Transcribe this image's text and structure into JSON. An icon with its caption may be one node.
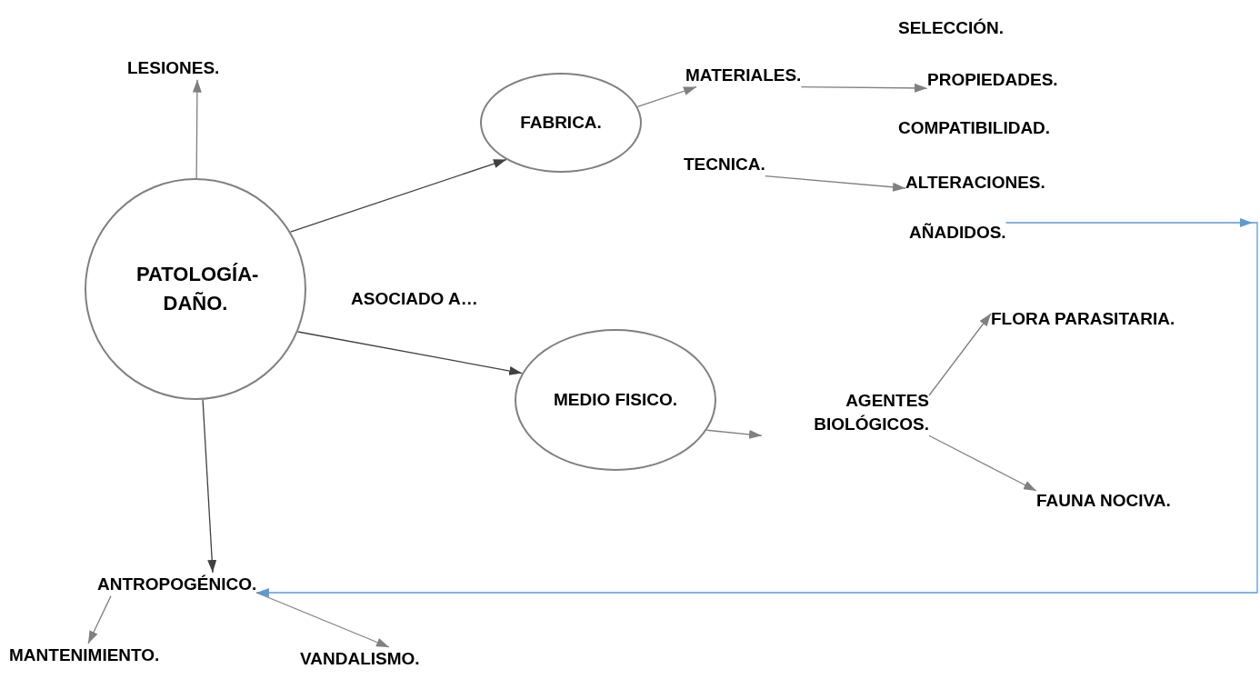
{
  "diagram": {
    "nodes": [
      {
        "text": [
          "PATOLOGÍA- DAÑO."
        ]
      },
      {
        "text": [
          "LESIONES."
        ]
      },
      {
        "text": [
          "FABRICA."
        ]
      },
      {
        "text": [
          "MEDIO FISICO."
        ]
      },
      {
        "text": [
          "ANTROPOGÉNICO."
        ]
      },
      {
        "text": [
          "MATERIALES."
        ]
      },
      {
        "text": [
          "TECNICA."
        ]
      },
      {
        "text": [
          "SELECCIÓN."
        ]
      },
      {
        "text": [
          "PROPIEDADES."
        ]
      },
      {
        "text": [
          "COMPATIBILIDAD."
        ]
      },
      {
        "text": [
          "ALTERACIONES."
        ]
      },
      {
        "text": [
          "AÑADIDOS."
        ]
      },
      {
        "text": [
          "AGENTES BIOLÓGICOS."
        ]
      },
      {
        "text": [
          "FLORA PARASITARIA."
        ]
      },
      {
        "text": [
          "FAUNA NOCIVA."
        ]
      },
      {
        "text": [
          "MANTENIMIENTO."
        ]
      },
      {
        "text": [
          "VANDALISMO."
        ]
      }
    ],
    "edges": [
      {
        "from": 0,
        "to": 1,
        "arrow": "to"
      },
      {
        "from": 0,
        "to": 2,
        "arrow": "to",
        "color": "#404040"
      },
      {
        "from": 0,
        "to": 3,
        "arrow": "to",
        "color": "#404040"
      },
      {
        "from": 0,
        "to": 4,
        "arrow": "to",
        "color": "#404040"
      },
      {
        "from": 2,
        "to": 5,
        "arrow": "to"
      },
      {
        "from": 5,
        "to": 8,
        "arrow": "to"
      },
      {
        "from": 6,
        "to": 10,
        "arrow": "to"
      },
      {
        "from": 11,
        "to": 4,
        "arrow": "to",
        "color": "#5b9bd5"
      },
      {
        "from": 3,
        "to": 12,
        "arrow": "to"
      },
      {
        "from": 12,
        "to": 13,
        "arrow": "to"
      },
      {
        "from": 12,
        "to": 14,
        "arrow": "to"
      },
      {
        "from": 4,
        "to": 15,
        "arrow": "to"
      },
      {
        "from": 4,
        "to": 16,
        "arrow": "to"
      }
    ],
    "labels": [
      "ASOCIADO A…"
    ]
  }
}
